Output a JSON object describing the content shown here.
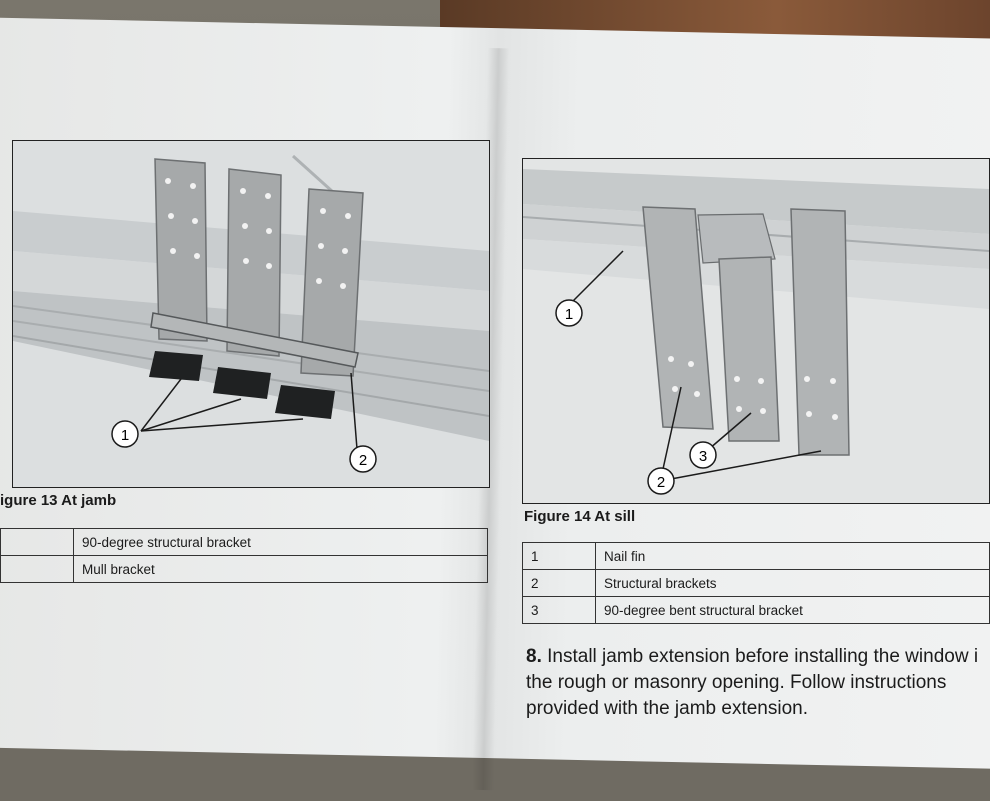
{
  "figure13": {
    "caption": "igure 13  At jamb",
    "callouts": [
      "1",
      "2"
    ],
    "legend": [
      {
        "num": "",
        "text": "90-degree structural bracket"
      },
      {
        "num": "",
        "text": "Mull bracket"
      }
    ]
  },
  "figure14": {
    "caption": "Figure 14  At sill",
    "callouts": [
      "1",
      "2",
      "3"
    ],
    "legend": [
      {
        "num": "1",
        "text": "Nail fin"
      },
      {
        "num": "2",
        "text": "Structural brackets"
      },
      {
        "num": "3",
        "text": "90-degree bent structural bracket"
      }
    ]
  },
  "step8": {
    "number": "8.",
    "lines": [
      "Install jamb extension before installing the window i",
      "the rough or masonry opening. Follow instructions",
      "provided with the jamb extension."
    ]
  }
}
